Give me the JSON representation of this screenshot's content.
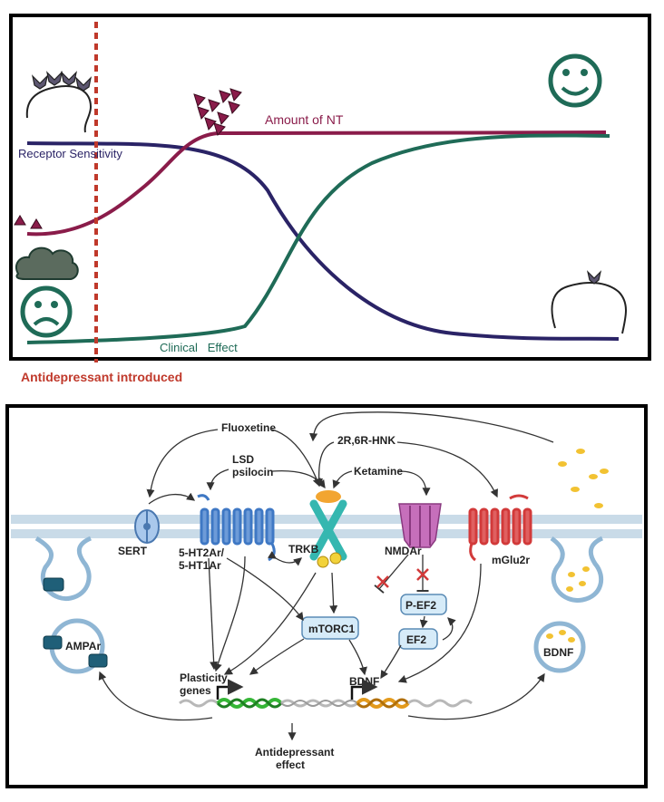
{
  "top_panel": {
    "labels": {
      "amount_nt": "Amount of NT",
      "receptor_sensitivity": "Receptor Sensitivity",
      "clinical_effect": "Clinical   Effect",
      "antidepressant_introduced": "Antidepressant introduced"
    },
    "colors": {
      "amount_nt": "#8a1c4a",
      "receptor": "#2a2366",
      "clinical": "#1f6b57",
      "marker": "#c0392b"
    }
  },
  "bottom_panel": {
    "labels": {
      "fluoxetine": "Fluoxetine",
      "hnk": "2R,6R-HNK",
      "lsd": "LSD",
      "psilocin": "psilocin",
      "ketamine": "Ketamine",
      "sert": "SERT",
      "ht2ar": "5-HT2Ar/",
      "ht1ar": "5-HT1Ar",
      "trkb": "TRKB",
      "nmdar": "NMDAr",
      "mglu2r": "mGlu2r",
      "mtorc1": "mTORC1",
      "pef2": "P-EF2",
      "ef2": "EF2",
      "ampar": "AMPAr",
      "bdnf_vesicle": "BDNF",
      "plasticity_1": "Plasticity",
      "plasticity_2": "genes",
      "bdnf_gene": "BDNF",
      "effect_1": "Antidepressant",
      "effect_2": "effect"
    },
    "colors": {
      "membrane": "#c9dbe8",
      "receptor_blue": "#3f78c4",
      "trkb": "#35b7b0",
      "nmdar": "#b35aa8",
      "mglu2r": "#d23a3a",
      "box_fill": "#d6ebf8",
      "dna_green": "#35b636",
      "dna_orange": "#e39a1c"
    }
  }
}
